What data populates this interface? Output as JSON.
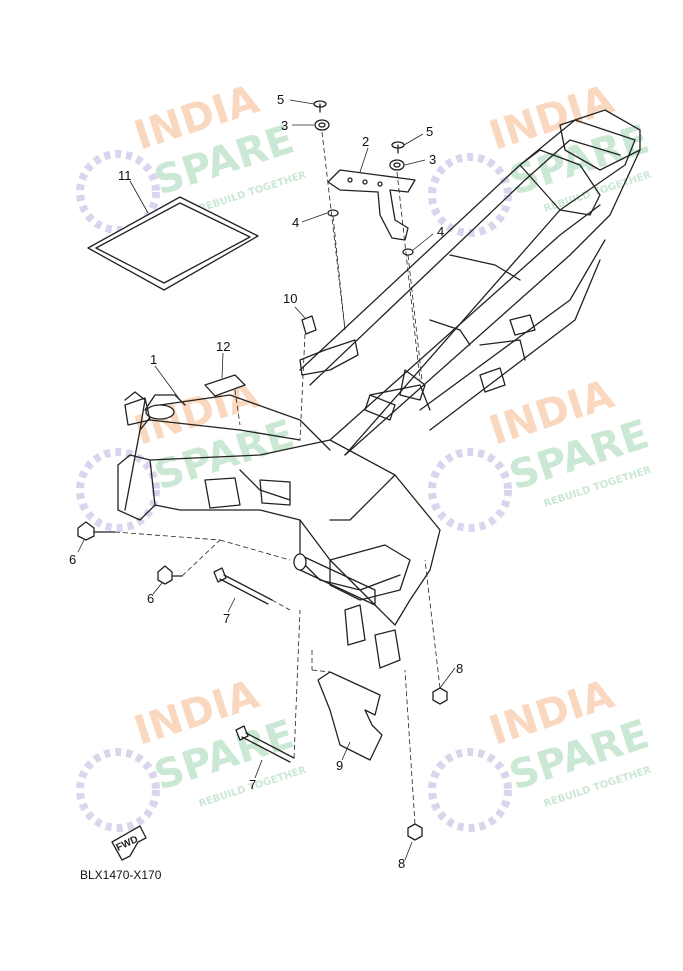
{
  "watermark": {
    "line1": "INDIA",
    "line2": "SPARE",
    "tagline": "REBUILD TOGETHER",
    "colors": {
      "orange": "#f7b98b",
      "green": "#9fd6b0",
      "purple": "#b9b4e0"
    }
  },
  "callouts": [
    "1",
    "2",
    "3",
    "3",
    "4",
    "4",
    "5",
    "5",
    "6",
    "6",
    "7",
    "7",
    "8",
    "8",
    "9",
    "10",
    "11",
    "12"
  ],
  "fwd_label": "FWD",
  "diagram_code": "BLX1470-X170"
}
